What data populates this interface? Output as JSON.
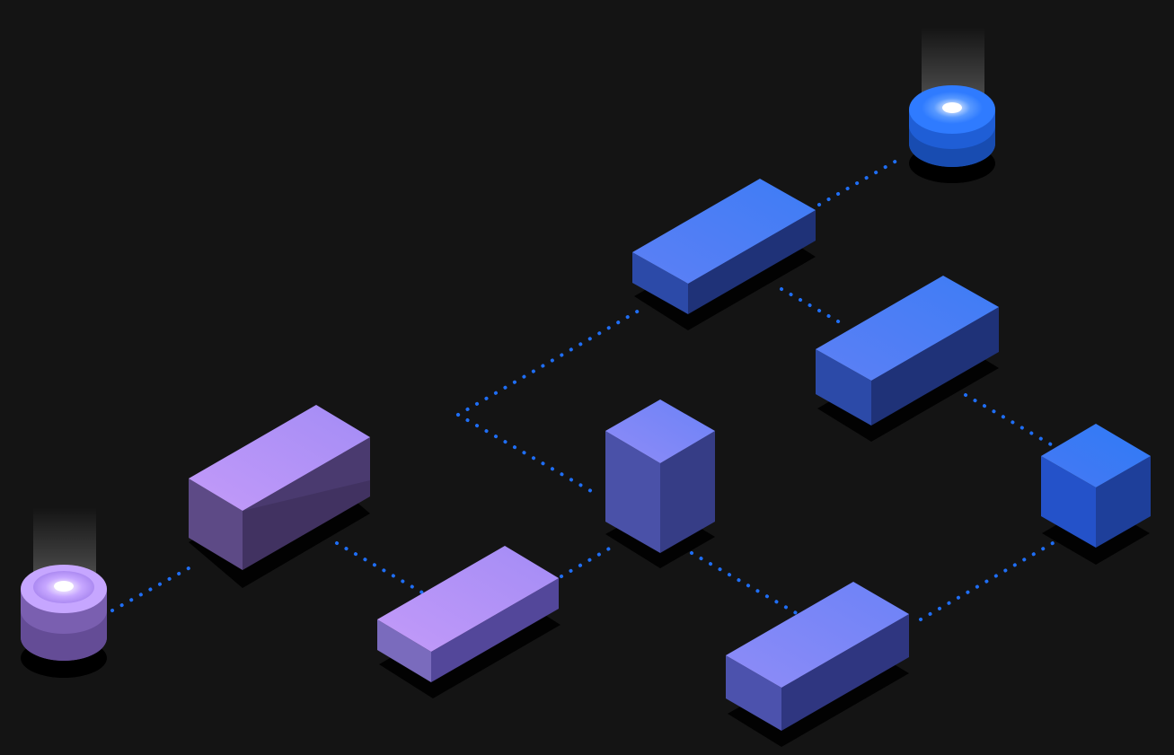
{
  "colors": {
    "background": "#141414",
    "connector": "#1f6ef5",
    "node_blue": "#3d7cf5",
    "node_indigo": "#6f7ef5",
    "node_violet": "#b497f7",
    "source_violet": "#c9a7ff",
    "sink_blue": "#2f7bff"
  },
  "diagram": {
    "nodes": [
      {
        "id": "source-violet",
        "kind": "cylinder",
        "color": "source_violet"
      },
      {
        "id": "block-violet-large",
        "kind": "block",
        "color": "node_violet"
      },
      {
        "id": "block-violet-flat",
        "kind": "block",
        "color": "node_violet"
      },
      {
        "id": "block-indigo-cube",
        "kind": "block",
        "color": "node_indigo"
      },
      {
        "id": "block-indigo-bottom",
        "kind": "block",
        "color": "node_indigo"
      },
      {
        "id": "block-blue-top",
        "kind": "block",
        "color": "node_blue"
      },
      {
        "id": "block-blue-right",
        "kind": "block",
        "color": "node_blue"
      },
      {
        "id": "block-blue-cube",
        "kind": "block",
        "color": "node_blue"
      },
      {
        "id": "sink-blue",
        "kind": "cylinder",
        "color": "sink_blue"
      }
    ]
  }
}
